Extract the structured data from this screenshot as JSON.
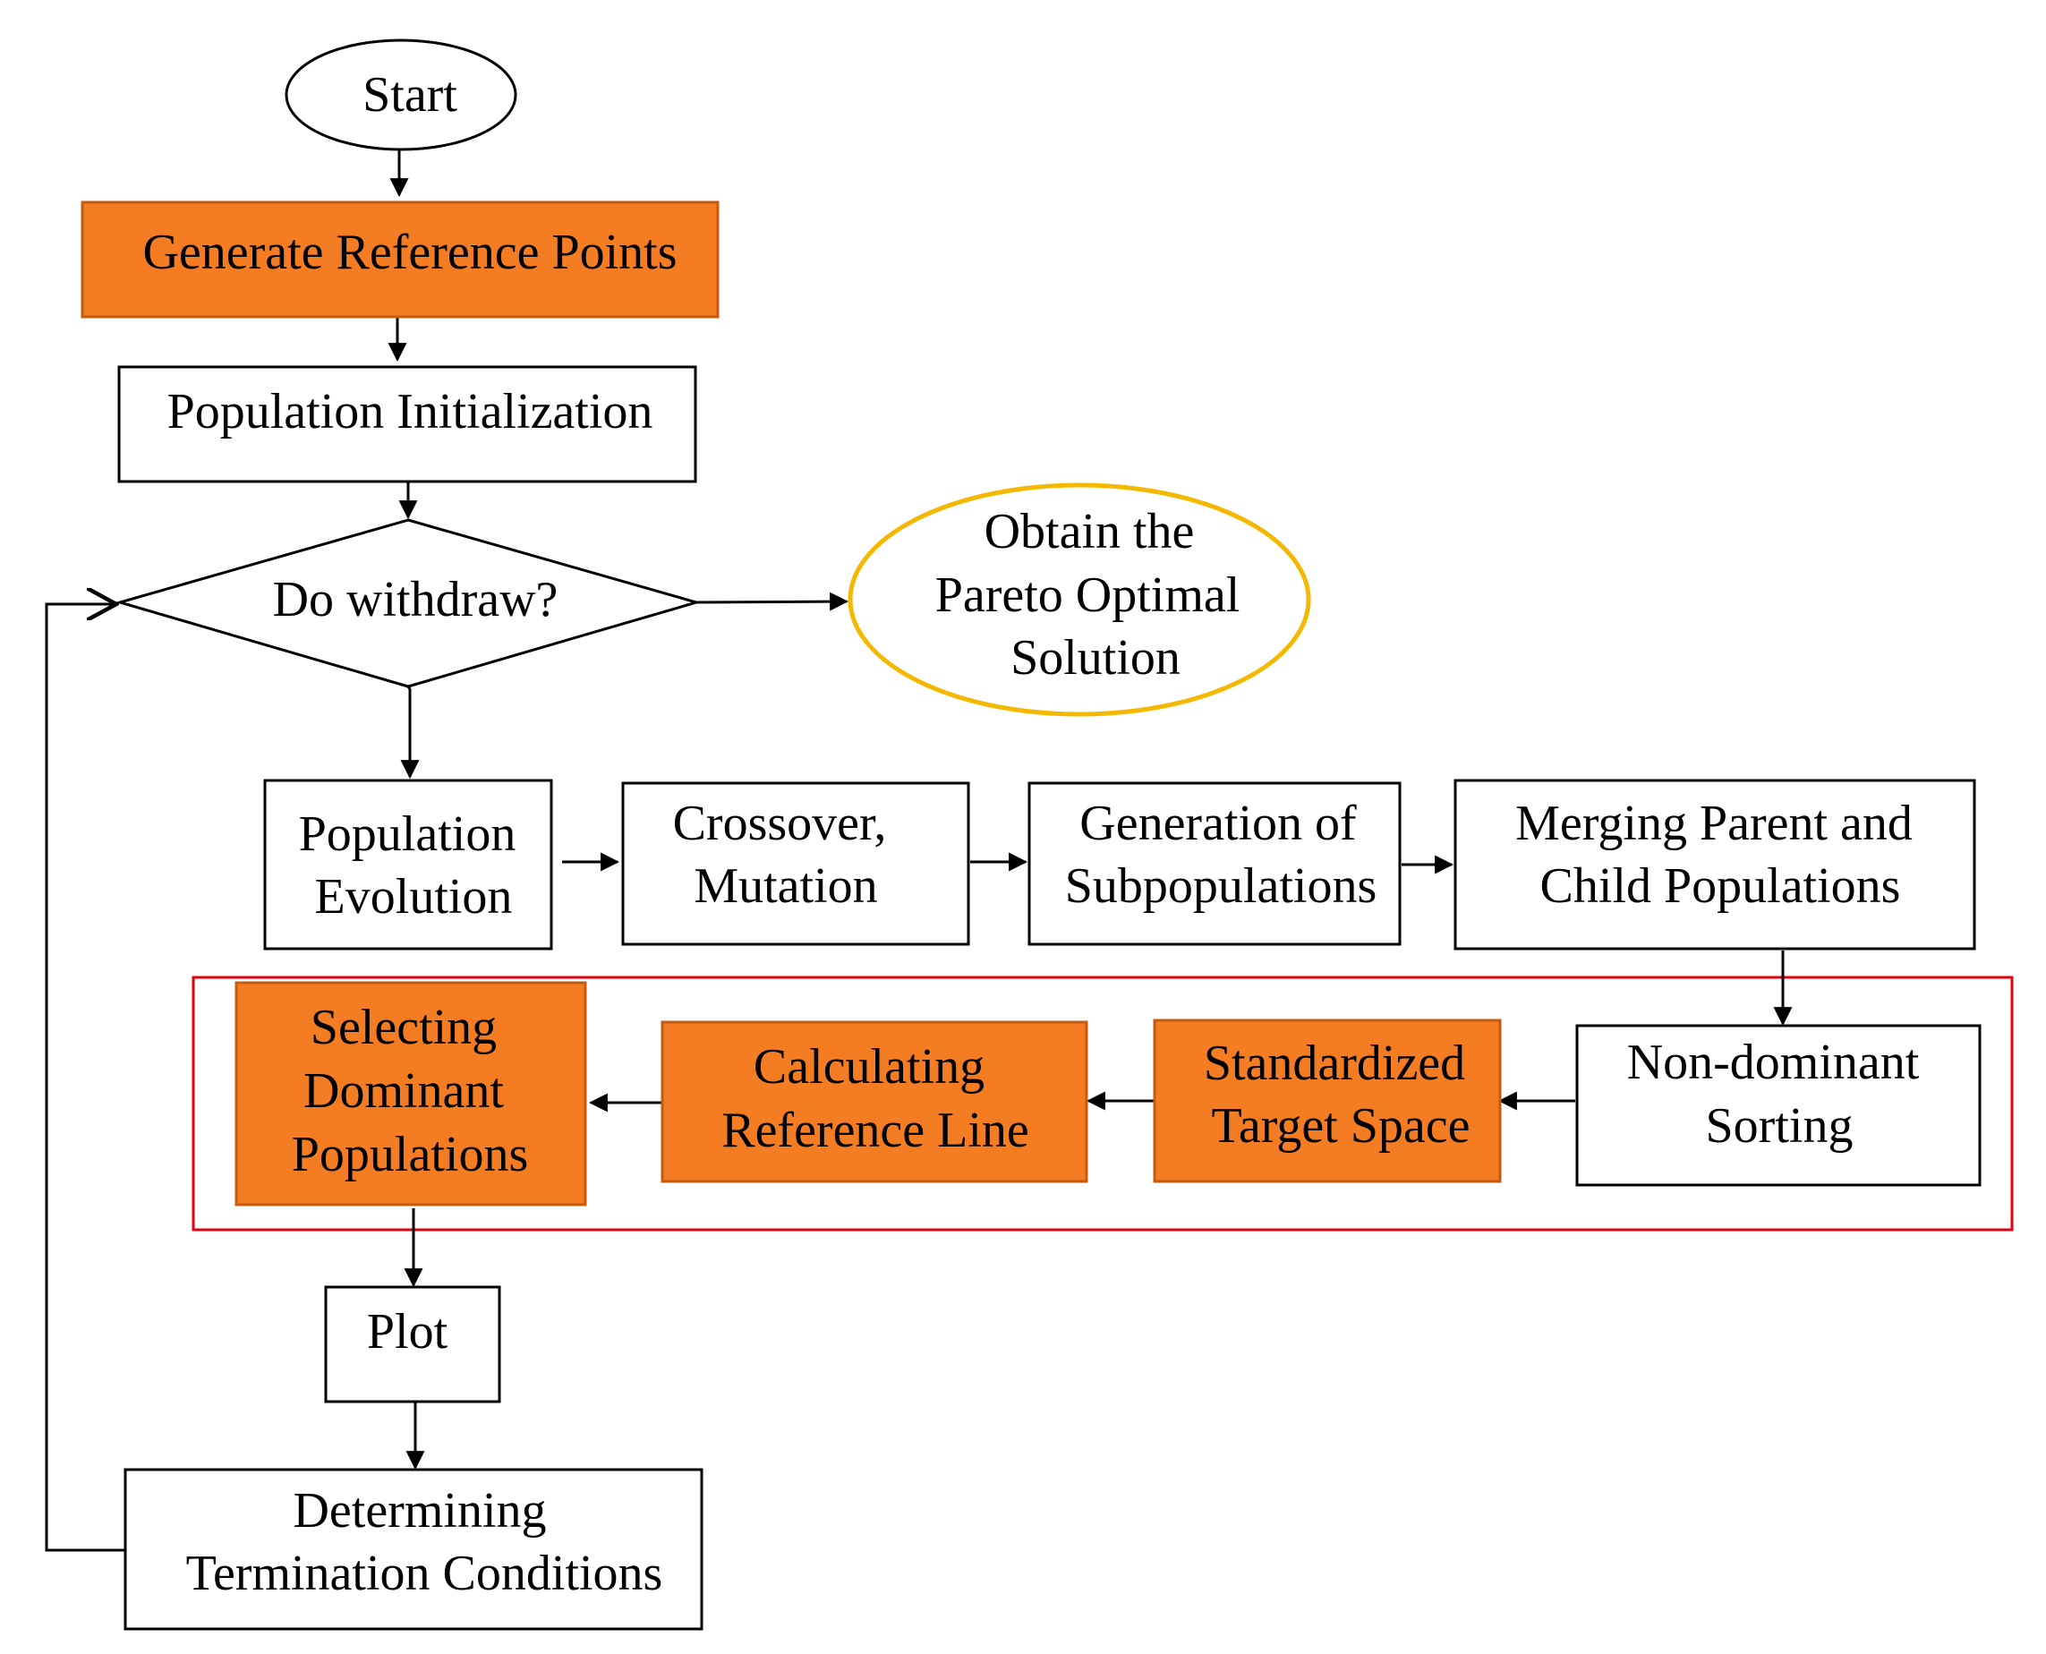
{
  "colors": {
    "background": "#ffffff",
    "process_fill": "#ffffff",
    "highlight_fill": "#f47c22",
    "highlight_border": "#c55a11",
    "border": "#000000",
    "terminal_border": "#f5b800",
    "group_border": "#e3000f"
  },
  "nodes": {
    "start": "Start",
    "generate_reference_points": "Generate Reference Points",
    "population_initialization": "Population Initialization",
    "do_withdraw": "Do withdraw?",
    "obtain_pareto": [
      "Obtain the",
      "Pareto Optimal",
      "Solution"
    ],
    "population_evolution": [
      "Population",
      "Evolution"
    ],
    "crossover_mutation": [
      "Crossover,",
      "Mutation"
    ],
    "generation_subpopulations": [
      "Generation of",
      "Subpopulations"
    ],
    "merging_populations": [
      "Merging Parent and",
      "Child Populations"
    ],
    "non_dominant_sorting": [
      "Non-dominant",
      "Sorting"
    ],
    "standardized_target_space": [
      "Standardized",
      "Target Space"
    ],
    "calculating_reference_line": [
      "Calculating",
      "Reference Line"
    ],
    "selecting_dominant_populations": [
      "Selecting",
      "Dominant",
      "Populations"
    ],
    "plot": "Plot",
    "determining_termination": [
      "Determining",
      "Termination Conditions"
    ]
  }
}
